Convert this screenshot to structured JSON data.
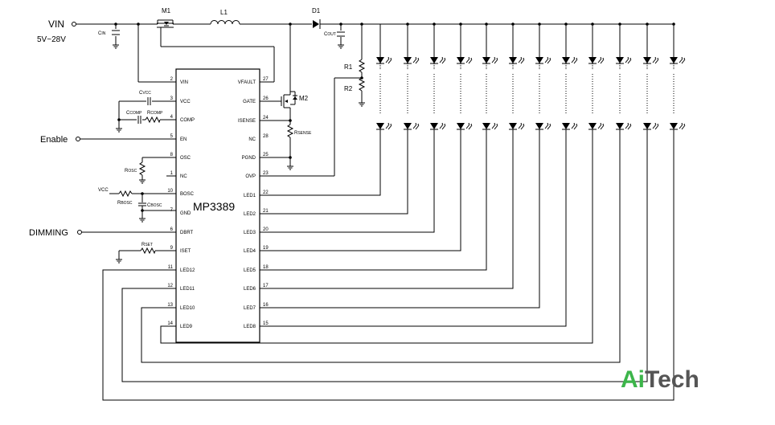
{
  "chip": {
    "name": "MP3389",
    "left_pins": [
      {
        "num": "2",
        "name": "VIN"
      },
      {
        "num": "3",
        "name": "VCC"
      },
      {
        "num": "4",
        "name": "COMP"
      },
      {
        "num": "5",
        "name": "EN"
      },
      {
        "num": "8",
        "name": "OSC"
      },
      {
        "num": "1",
        "name": "NC"
      },
      {
        "num": "10",
        "name": "BOSC"
      },
      {
        "num": "7",
        "name": "GND"
      },
      {
        "num": "6",
        "name": "DBRT"
      },
      {
        "num": "9",
        "name": "ISET"
      },
      {
        "num": "11",
        "name": "LED12"
      },
      {
        "num": "12",
        "name": "LED11"
      },
      {
        "num": "13",
        "name": "LED10"
      },
      {
        "num": "14",
        "name": "LED9"
      }
    ],
    "right_pins": [
      {
        "num": "27",
        "name": "VFAULT"
      },
      {
        "num": "26",
        "name": "GATE"
      },
      {
        "num": "24",
        "name": "ISENSE"
      },
      {
        "num": "28",
        "name": "NC"
      },
      {
        "num": "25",
        "name": "PGND"
      },
      {
        "num": "23",
        "name": "OVP"
      },
      {
        "num": "22",
        "name": "LED1"
      },
      {
        "num": "21",
        "name": "LED2"
      },
      {
        "num": "20",
        "name": "LED3"
      },
      {
        "num": "19",
        "name": "LED4"
      },
      {
        "num": "18",
        "name": "LED5"
      },
      {
        "num": "17",
        "name": "LED6"
      },
      {
        "num": "16",
        "name": "LED7"
      },
      {
        "num": "15",
        "name": "LED8"
      }
    ]
  },
  "inputs": {
    "vin": "VIN",
    "vin_range": "5V~28V",
    "enable": "Enable",
    "dimming": "DIMMING",
    "vcc": "VCC"
  },
  "components": {
    "m1": "M1",
    "m2": "M2",
    "l1": "L1",
    "d1": "D1",
    "r1": "R1",
    "r2": "R2",
    "cin": {
      "main": "C",
      "sub": "IN"
    },
    "cout": {
      "main": "C",
      "sub": "OUT"
    },
    "cvcc": {
      "main": "C",
      "sub": "VCC"
    },
    "ccomp": {
      "main": "C",
      "sub": "COMP"
    },
    "rcomp": {
      "main": "R",
      "sub": "COMP"
    },
    "rosc": {
      "main": "R",
      "sub": "OSC"
    },
    "rbosc": {
      "main": "R",
      "sub": "BOSC"
    },
    "cbosc": {
      "main": "C",
      "sub": "BOSC"
    },
    "rset": {
      "main": "R",
      "sub": "SET"
    },
    "rsense": {
      "main": "R",
      "sub": "SENSE"
    }
  },
  "logo": {
    "ai": "Ai",
    "tech": "Tech",
    "ai_color": "#3cb54a",
    "tech_color": "#555555"
  }
}
